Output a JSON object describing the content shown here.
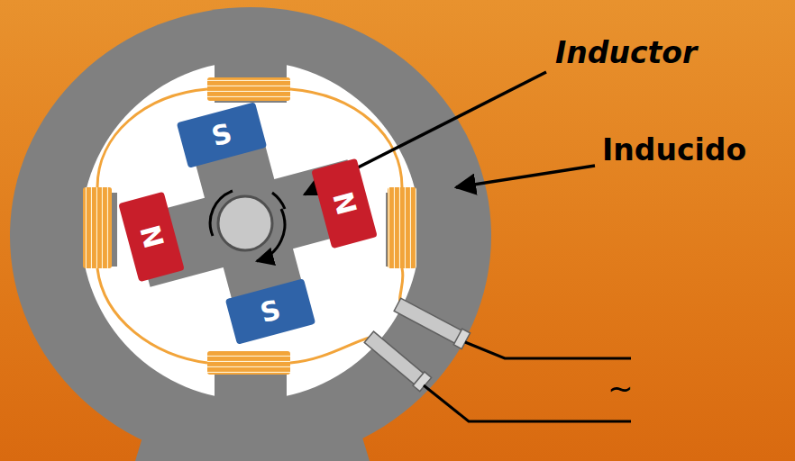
{
  "diagram": {
    "nodes": [
      {
        "text": [
          "S"
        ]
      },
      {
        "text": [
          "N"
        ]
      },
      {
        "text": [
          "N"
        ]
      },
      {
        "text": [
          "S"
        ]
      }
    ],
    "labels": [
      "Inductor",
      "Inducido",
      "~"
    ]
  }
}
